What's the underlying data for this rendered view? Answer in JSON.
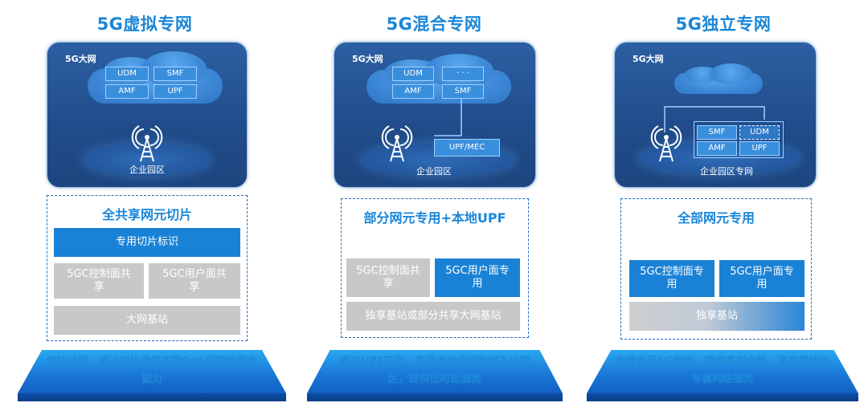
{
  "columns": [
    {
      "title": "5G虚拟专网",
      "panel_label": "5G大网",
      "nfs": [
        "UDM",
        "SMF",
        "AMF",
        "UPF"
      ],
      "site_label": "企业园区",
      "box_title": "全共享网元切片",
      "bars": [
        "专用切片标识",
        "5GC控制面共享",
        "5GC用户面共享",
        "大网基站"
      ],
      "platform_text": "依托公网，通过切片提供不同QoS保障的服务能力"
    },
    {
      "title": "5G混合专网",
      "panel_label": "5G大网",
      "nfs": [
        "UDM",
        "· · ·",
        "AMF",
        "SMF",
        "UPF/MEC"
      ],
      "site_label": "企业园区",
      "box_title": "部分网元专用+本地UPF",
      "bars": [
        "5GC控制面共享",
        "5GC用户面专用",
        "独享基站或部分共享大网基站"
      ],
      "platform_text": "通过UPF下沉，实现本地应用数据不出园区，提供低时延服务"
    },
    {
      "title": "5G独立专网",
      "panel_label": "5G大网",
      "nfs": [
        "SMF",
        "UDM",
        "AMF",
        "UPF"
      ],
      "site_label": "企业园区专网",
      "box_title": "全部网元专用",
      "bars": [
        "5GC控制面专用",
        "5GC用户面专用",
        "独享基站"
      ],
      "platform_text": "构建专用5G网络，提供高安全性、高可靠性的专属网络服务"
    }
  ],
  "colors": {
    "accent": "#1a86d8",
    "panel": "#214d8c",
    "bar_blue": "#1a82d6",
    "bar_grey": "#c8c8c8"
  }
}
